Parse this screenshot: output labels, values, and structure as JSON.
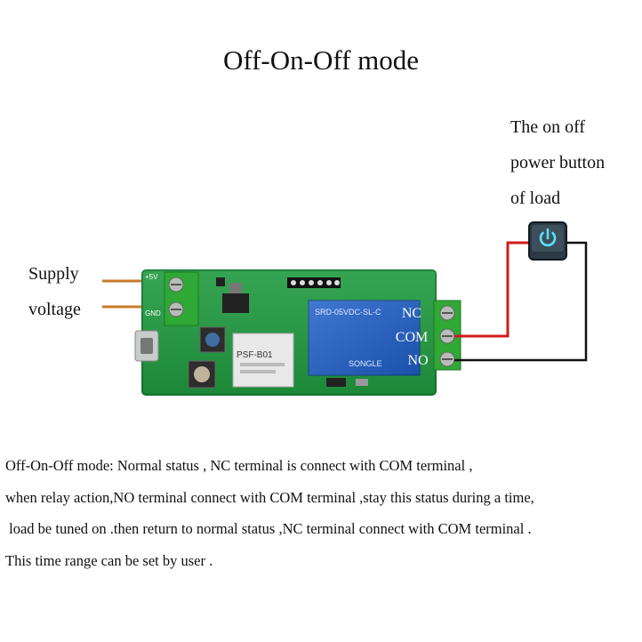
{
  "title": "Off-On-Off mode",
  "supply_label": [
    "Supply",
    "voltage"
  ],
  "button_label": [
    "The on off",
    "power button",
    "of load"
  ],
  "terminals": {
    "nc": "NC",
    "com": "COM",
    "no": "NO"
  },
  "board_text": {
    "plus5v": "+5V",
    "gnd": "GND",
    "relay_model": "SRD-05VDC-SL-C",
    "relay_brand": "SONGLE",
    "module": "PSF-B01"
  },
  "description": [
    "Off-On-Off mode: Normal status , NC terminal is connect with COM terminal  ,",
    "when relay action,NO terminal connect with COM terminal ,stay this status during a time,",
    " load be tuned on .then return to normal status ,NC terminal connect with COM terminal .",
    "This time range can be set by user ."
  ],
  "colors": {
    "pcb": "#1f9a3f",
    "terminal_block": "#2fa836",
    "relay": "#1f5fc9",
    "wire_supply": "#c97a2a",
    "wire_com": "#d11b1b",
    "wire_no": "#111111",
    "button_body": "#2b3a44",
    "button_glow": "#58e2ff"
  },
  "icons": {
    "power_button": "power-icon"
  }
}
